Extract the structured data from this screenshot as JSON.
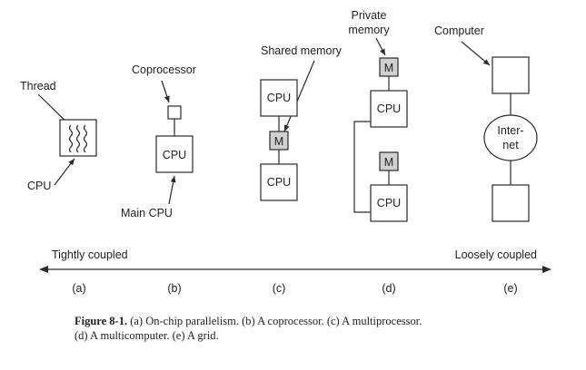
{
  "labels": {
    "thread": "Thread",
    "cpu_a": "CPU",
    "coprocessor": "Coprocessor",
    "cpu_b": "CPU",
    "main_cpu": "Main CPU",
    "shared_memory": "Shared memory",
    "cpu_c_top": "CPU",
    "m_c": "M",
    "cpu_c_bottom": "CPU",
    "private_memory_line1": "Private",
    "private_memory_line2": "memory",
    "m_d_top": "M",
    "cpu_d_top": "CPU",
    "m_d_bottom": "M",
    "cpu_d_bottom": "CPU",
    "computer": "Computer",
    "internet_line1": "Inter-",
    "internet_line2": "net"
  },
  "axis": {
    "left": "Tightly coupled",
    "right": "Loosely coupled",
    "items": [
      "(a)",
      "(b)",
      "(c)",
      "(d)",
      "(e)"
    ]
  },
  "caption": {
    "label": "Figure 8-1.",
    "text": " (a) On-chip parallelism. (b) A coprocessor. (c) A multiprocessor.",
    "line2": "(d) A multicomputer. (e) A grid."
  }
}
